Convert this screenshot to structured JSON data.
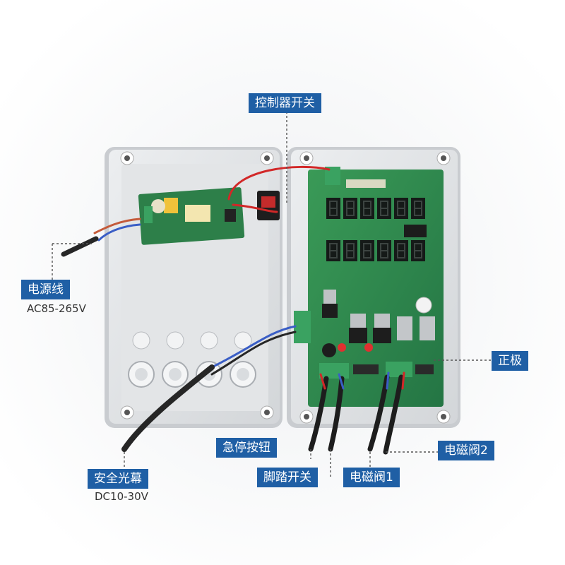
{
  "callouts": {
    "controller_switch": "控制器开关",
    "power_cord": "电源线",
    "power_cord_spec": "AC85-265V",
    "positive": "正极",
    "emergency_stop": "急停按钮",
    "solenoid_valve_2": "电磁阀2",
    "safety_light_curtain": "安全光幕",
    "safety_light_curtain_spec": "DC10-30V",
    "foot_switch": "脚踏开关",
    "solenoid_valve_1": "电磁阀1"
  },
  "colors": {
    "label_bg": "#1f5fa5",
    "pcb_green": "#2f8a4c",
    "enclosure_grey": "#e4e6e8",
    "led_red": "#e03030"
  }
}
